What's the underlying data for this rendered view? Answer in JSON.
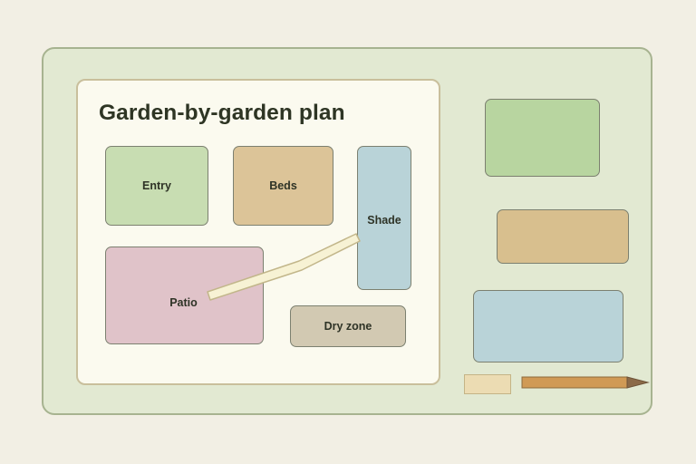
{
  "plan": {
    "title": "Garden-by-garden plan"
  },
  "zones": [
    {
      "id": "entry",
      "label": "Entry",
      "color": "#c8ddb2"
    },
    {
      "id": "beds",
      "label": "Beds",
      "color": "#dcc498"
    },
    {
      "id": "shade",
      "label": "Shade",
      "color": "#b9d3d8"
    },
    {
      "id": "patio",
      "label": "Patio",
      "color": "#e0c3c9"
    },
    {
      "id": "dry",
      "label": "Dry zone",
      "color": "#d2c9b2"
    }
  ],
  "connection": {
    "from": "patio",
    "to": "shade"
  },
  "palette": {
    "swatches": [
      {
        "name": "green",
        "color": "#b8d5a0"
      },
      {
        "name": "tan",
        "color": "#d8bf8e"
      },
      {
        "name": "blue",
        "color": "#b9d3d8"
      }
    ]
  },
  "tools": [
    {
      "name": "eraser-icon",
      "color": "#ecdcb3"
    },
    {
      "name": "pencil-icon",
      "color": "#d09a55"
    }
  ],
  "colors": {
    "background": "#f2efe4",
    "board": "#e2e9d2",
    "sheet": "#fbfaef",
    "text": "#2e3524"
  }
}
